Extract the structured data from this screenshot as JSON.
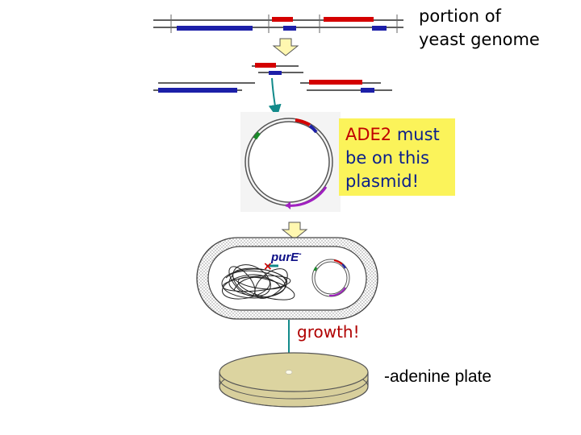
{
  "labels": {
    "genome": [
      "portion of",
      "yeast genome"
    ],
    "plasmid_note": {
      "part1": "ADE2",
      "part2": " must",
      "line2": "be on this",
      "line3": "plasmid!"
    },
    "pur_gene": "pur",
    "pur_gene_suffix": "E",
    "pur_gene_sup": "-",
    "growth": "growth!",
    "plate": "-adenine plate"
  },
  "colors": {
    "dna_red": "#d40000",
    "dna_blue": "#1c1fa8",
    "arrow_teal": "#128a8a",
    "note_bg": "#fbf35a",
    "plate_fill": "#dcd4a0",
    "marker_green": "#1a8a2a",
    "marker_purple": "#a020c0"
  }
}
